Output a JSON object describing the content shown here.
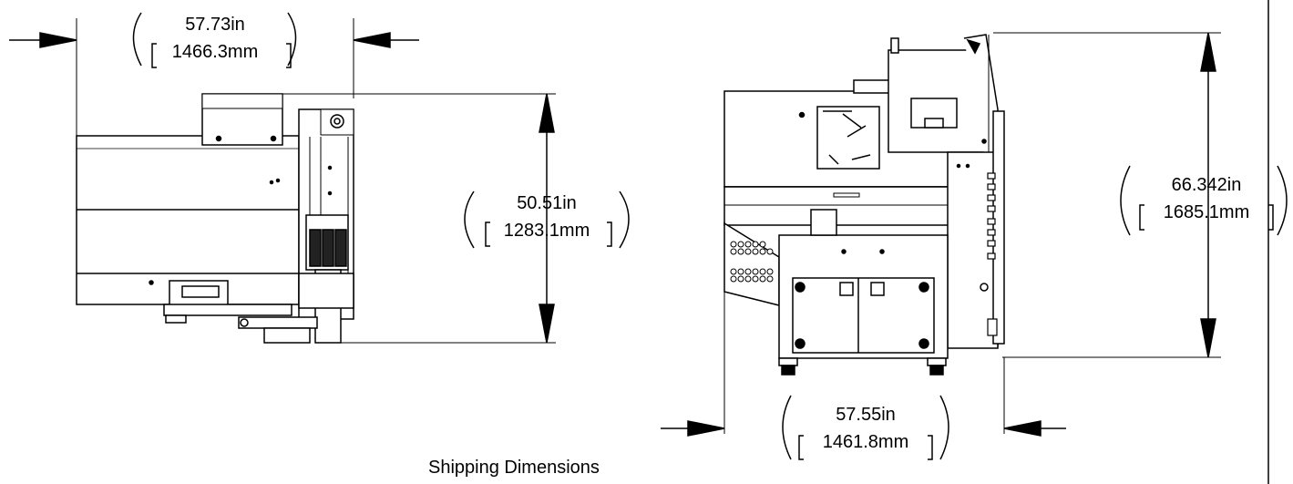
{
  "dimensions": {
    "top_view_width": {
      "inches": "57.73in",
      "mm": "1466.3mm"
    },
    "top_view_depth": {
      "inches": "50.51in",
      "mm": "1283.1mm"
    },
    "front_view_height": {
      "inches": "66.342in",
      "mm": "1685.1mm"
    },
    "front_view_width": {
      "inches": "57.55in",
      "mm": "1461.8mm"
    }
  },
  "caption": "Shipping Dimensions"
}
